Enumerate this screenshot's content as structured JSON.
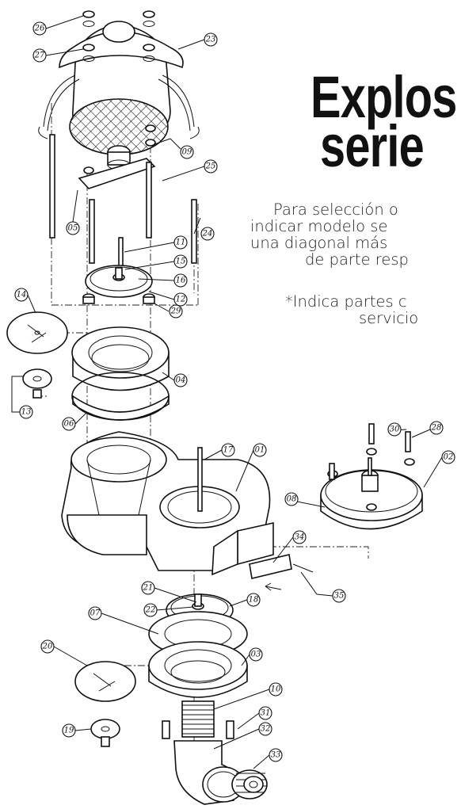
{
  "title": {
    "line1": "Explos",
    "line2": "serie"
  },
  "description": {
    "line1": "Para selección o",
    "line2": "indicar modelo se",
    "line3": "una diagonal más",
    "line4": "de parte resp",
    "line5": "*Indica partes c",
    "line6": "servicio"
  },
  "callouts": {
    "c26": "26",
    "c27": "27",
    "c23": "23",
    "c09": "09",
    "c25": "25",
    "c05": "05",
    "c24": "24",
    "c11": "11",
    "c15": "15",
    "c16": "16",
    "c12": "12",
    "c29": "29",
    "c14": "14",
    "c04": "04",
    "c13": "13",
    "c06": "06",
    "c17": "17",
    "c01": "01",
    "c30": "30",
    "c28": "28",
    "c02": "02",
    "c08": "08",
    "c34": "34",
    "c35": "35",
    "c21": "21",
    "c22": "22",
    "c18": "18",
    "c07": "07",
    "c03": "03",
    "c20": "20",
    "c19": "19",
    "c10": "10",
    "c31": "31",
    "c32": "32",
    "c33": "33"
  }
}
